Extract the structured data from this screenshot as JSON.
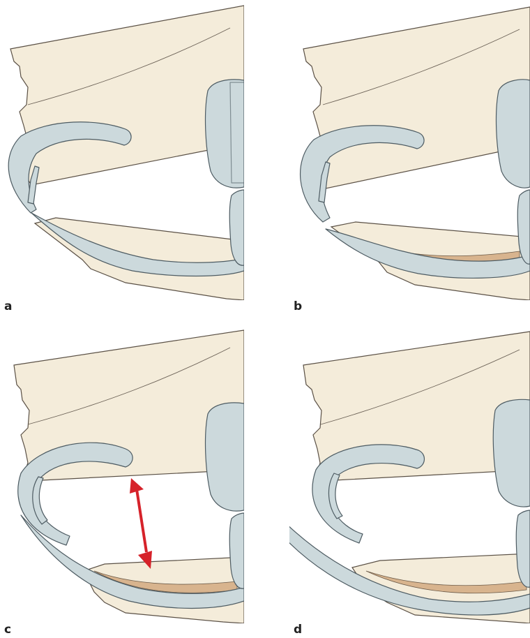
{
  "panels": [
    {
      "label": "a",
      "variant": "a"
    },
    {
      "label": "b",
      "variant": "b"
    },
    {
      "label": "c",
      "variant": "c"
    },
    {
      "label": "d",
      "variant": "d"
    }
  ],
  "colors": {
    "tissue": "#f4ecda",
    "cartilage": "#ccd9dc",
    "mucosa": "#d8b48e",
    "arrow": "#d6222a",
    "outline": "#5a5045"
  }
}
